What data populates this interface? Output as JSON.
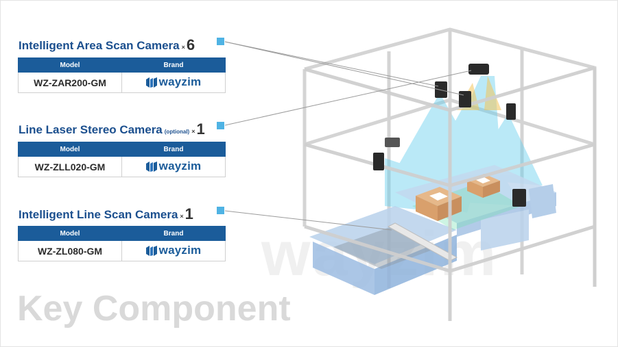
{
  "components": [
    {
      "title": "Intelligent Area Scan Camera",
      "note": "",
      "multiplier": "×",
      "count": "6",
      "model_header": "Model",
      "brand_header": "Brand",
      "model": "WZ-ZAR200-GM",
      "brand": "wayzim"
    },
    {
      "title": "Line Laser Stereo Camera",
      "note": "(optional)",
      "multiplier": "×",
      "count": "1",
      "model_header": "Model",
      "brand_header": "Brand",
      "model": "WZ-ZLL020-GM",
      "brand": "wayzim"
    },
    {
      "title": "Intelligent Line Scan Camera",
      "note": "",
      "multiplier": "×",
      "count": "1",
      "model_header": "Model",
      "brand_header": "Brand",
      "model": "WZ-ZL080-GM",
      "brand": "wayzim"
    }
  ],
  "page_title": "Key Component",
  "watermark": "wayzim",
  "colors": {
    "heading": "#1b4f8e",
    "table_header": "#1b5c9a",
    "marker": "#4fb3e4",
    "camera_beam": "#67cfee",
    "laser_beam": "#f3c55a",
    "conveyor": "#a9c6e6",
    "frame": "#c9c9c9",
    "title_gray": "#d9d9d9"
  }
}
